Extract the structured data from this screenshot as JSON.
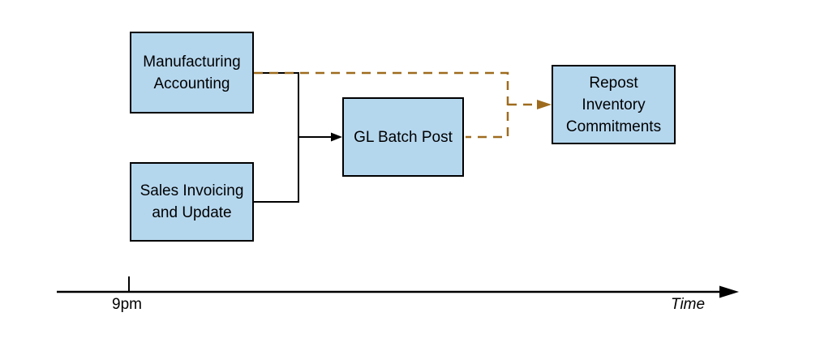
{
  "diagram": {
    "nodes": [
      {
        "id": "manufacturing-accounting",
        "label": "Manufacturing\nAccounting"
      },
      {
        "id": "sales-invoicing-and-update",
        "label": "Sales Invoicing\nand Update"
      },
      {
        "id": "gl-batch-post",
        "label": "GL Batch Post"
      },
      {
        "id": "repost-inventory-commitments",
        "label": "Repost\nInventory\nCommitments"
      }
    ],
    "edges": [
      {
        "from": "Manufacturing Accounting",
        "to": "GL Batch Post",
        "style": "solid",
        "color": "#000000"
      },
      {
        "from": "Sales Invoicing and Update",
        "to": "GL Batch Post",
        "style": "solid",
        "color": "#000000"
      },
      {
        "from": "Manufacturing Accounting",
        "to": "Repost Inventory Commitments",
        "style": "dashed",
        "color": "#9e6b1e"
      },
      {
        "from": "GL Batch Post",
        "to": "Repost Inventory Commitments",
        "style": "dashed",
        "color": "#9e6b1e"
      }
    ],
    "timeline": {
      "tick_label": "9pm",
      "axis_label": "Time"
    }
  },
  "colors": {
    "background": "#ffffff",
    "node-fill": "#b5d7ee",
    "node-border": "#000000",
    "solid-edge": "#000000",
    "dashed-edge": "#9e6b1e"
  }
}
